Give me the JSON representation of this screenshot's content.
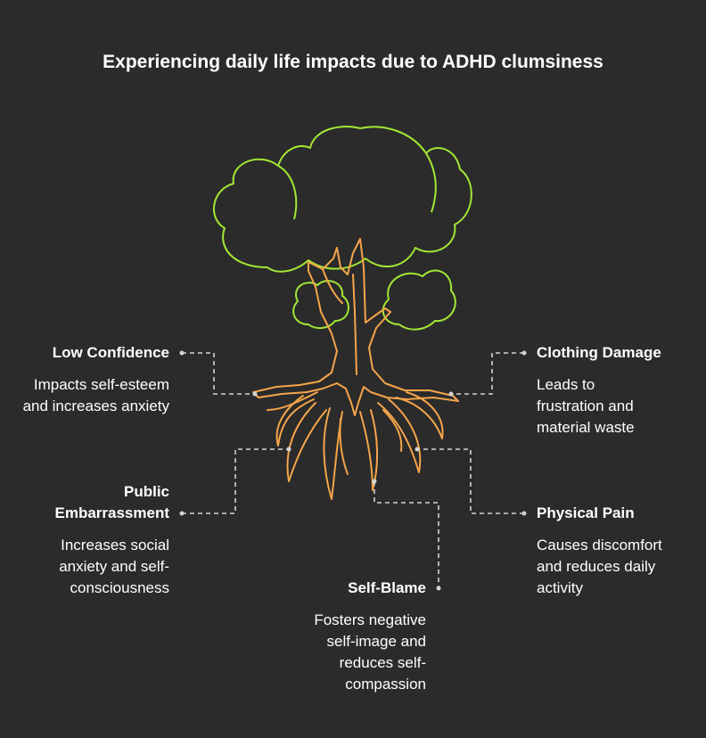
{
  "title": "Experiencing daily life impacts due to ADHD clumsiness",
  "colors": {
    "background": "#2b2b2b",
    "canopy": "#a3e635",
    "trunk": "#f5a54a",
    "connector": "#d4d4d4",
    "text": "#ffffff"
  },
  "impacts": [
    {
      "heading": "Low Confidence",
      "description": "Impacts self-esteem and increases anxiety"
    },
    {
      "heading": "Clothing Damage",
      "description": "Leads to frustration and material waste"
    },
    {
      "heading": "Public Embarrassment",
      "description": "Increases social anxiety and self-consciousness"
    },
    {
      "heading": "Physical Pain",
      "description": "Causes discomfort and reduces daily activity"
    },
    {
      "heading": "Self-Blame",
      "description": "Fosters negative self-image and reduces self-compassion"
    }
  ]
}
